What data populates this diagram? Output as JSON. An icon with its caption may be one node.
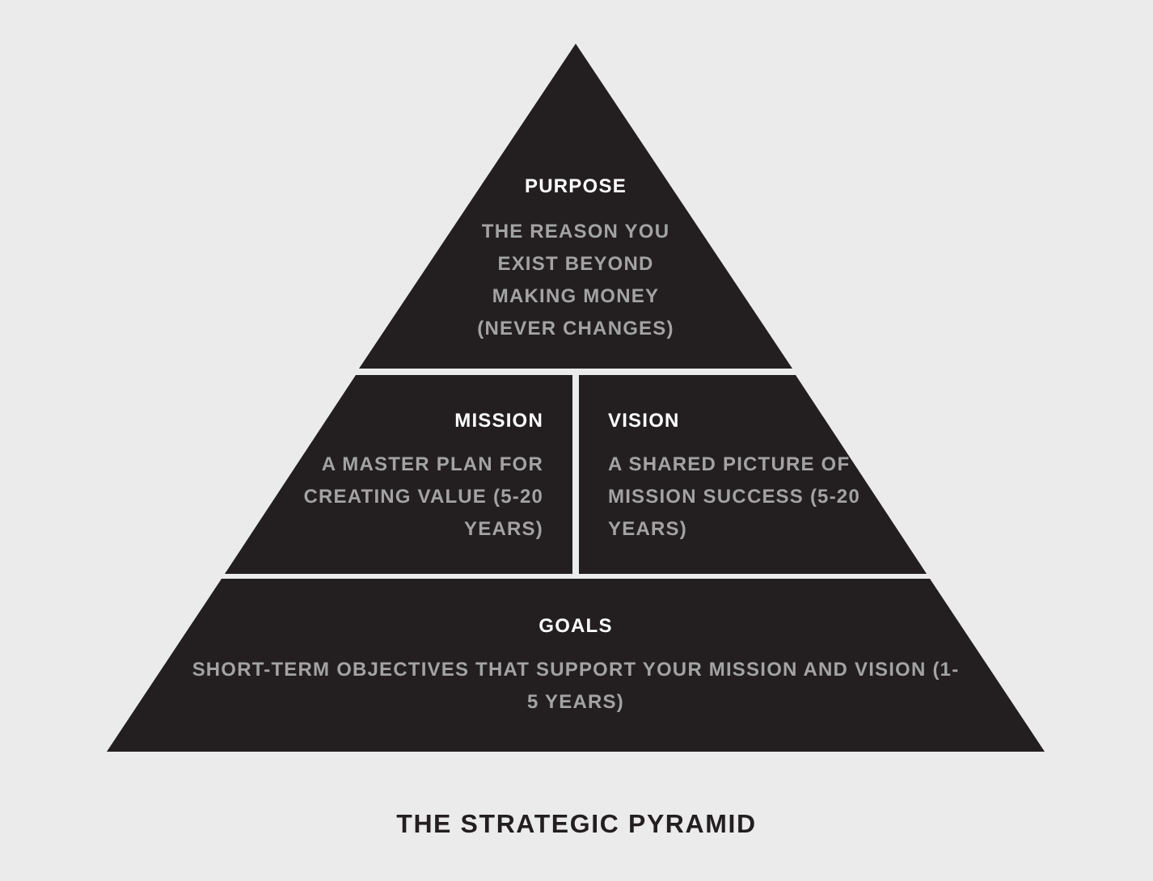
{
  "diagram": {
    "caption": "THE STRATEGIC PYRAMID",
    "nodes": [
      {
        "text": [
          "PURPOSE",
          "THE REASON YOU EXIST BEYOND MAKING MONEY (NEVER CHANGES)"
        ]
      },
      {
        "text": [
          "MISSION",
          "A MASTER PLAN FOR CREATING VALUE (5-20 YEARS)"
        ]
      },
      {
        "text": [
          "VISION",
          "A SHARED PICTURE OF MISSION SUCCESS (5-20 YEARS)"
        ]
      },
      {
        "text": [
          "GOALS",
          "SHORT-TERM OBJECTIVES THAT SUPPORT YOUR MISSION AND VISION (1-5 YEARS)"
        ]
      }
    ]
  }
}
